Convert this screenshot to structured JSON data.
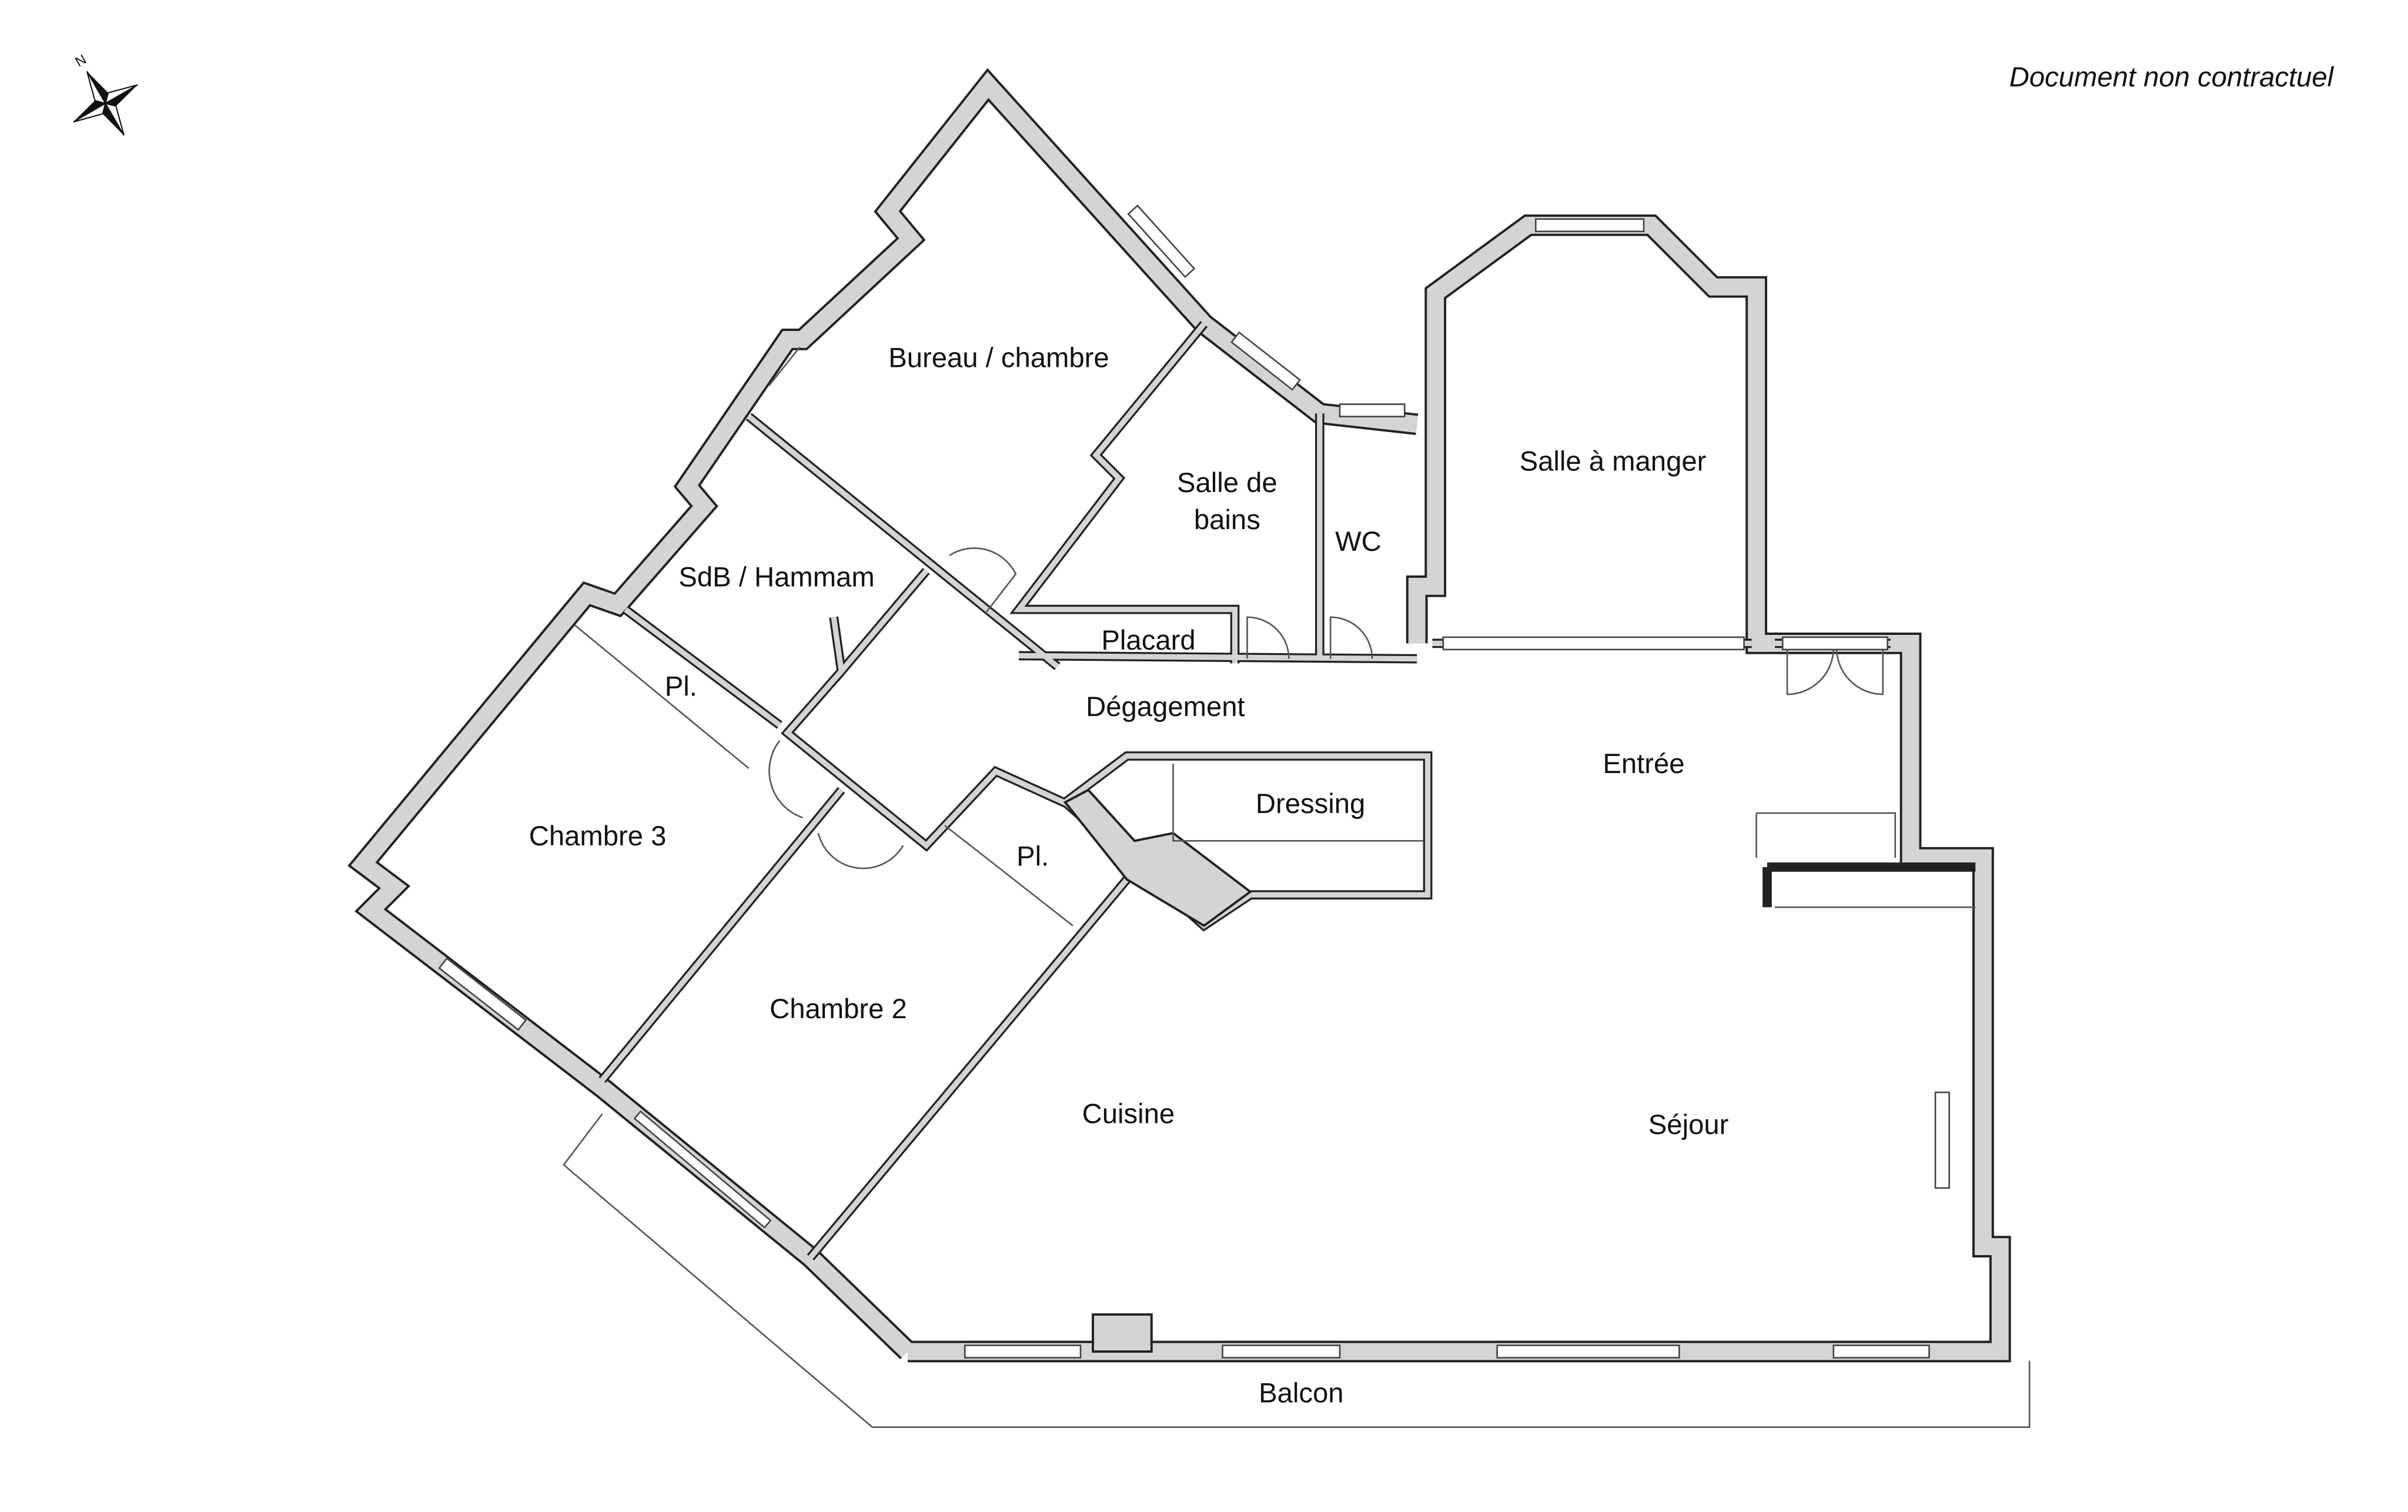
{
  "header": {
    "note": "Document non contractuel",
    "compass_letter": "N"
  },
  "rooms": {
    "bureau": "Bureau / chambre",
    "salle_de_bains_1": "Salle de",
    "salle_de_bains_2": "bains",
    "wc": "WC",
    "salle_a_manger": "Salle à manger",
    "sdb_hammam": "SdB / Hammam",
    "placard": "Placard",
    "degagement": "Dégagement",
    "pl_1": "Pl.",
    "pl_2": "Pl.",
    "entree": "Entrée",
    "dressing": "Dressing",
    "chambre_3": "Chambre 3",
    "chambre_2": "Chambre 2",
    "cuisine": "Cuisine",
    "sejour": "Séjour",
    "balcon": "Balcon"
  },
  "colors": {
    "wall_fill": "#d4d4d4",
    "wall_outline": "#222222"
  }
}
